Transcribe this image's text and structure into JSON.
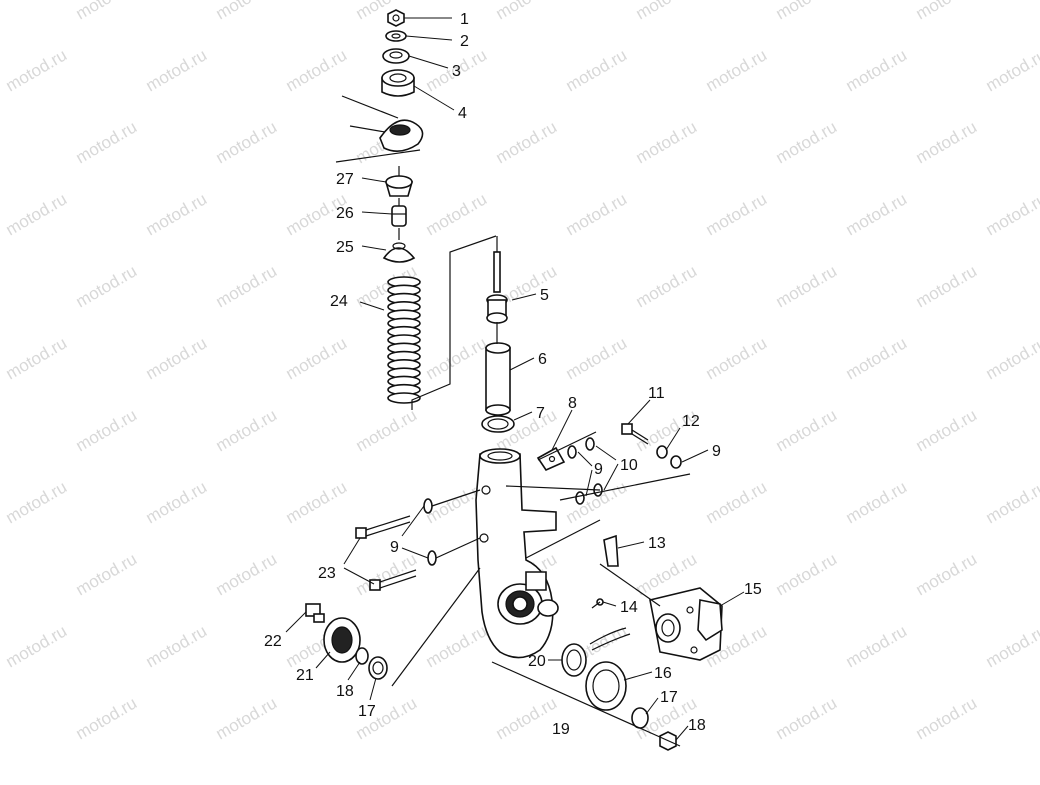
{
  "watermark": "motod.ru",
  "callouts": [
    {
      "id": "c1",
      "label": "1"
    },
    {
      "id": "c2",
      "label": "2"
    },
    {
      "id": "c3",
      "label": "3"
    },
    {
      "id": "c4",
      "label": "4"
    },
    {
      "id": "c5",
      "label": "5"
    },
    {
      "id": "c6",
      "label": "6"
    },
    {
      "id": "c7",
      "label": "7"
    },
    {
      "id": "c8",
      "label": "8"
    },
    {
      "id": "c9a",
      "label": "9"
    },
    {
      "id": "c9b",
      "label": "9"
    },
    {
      "id": "c9c",
      "label": "9"
    },
    {
      "id": "c10",
      "label": "10"
    },
    {
      "id": "c11",
      "label": "11"
    },
    {
      "id": "c12",
      "label": "12"
    },
    {
      "id": "c13",
      "label": "13"
    },
    {
      "id": "c14",
      "label": "14"
    },
    {
      "id": "c15",
      "label": "15"
    },
    {
      "id": "c16",
      "label": "16"
    },
    {
      "id": "c17a",
      "label": "17"
    },
    {
      "id": "c17b",
      "label": "17"
    },
    {
      "id": "c18a",
      "label": "18"
    },
    {
      "id": "c18b",
      "label": "18"
    },
    {
      "id": "c19",
      "label": "19"
    },
    {
      "id": "c20",
      "label": "20"
    },
    {
      "id": "c21",
      "label": "21"
    },
    {
      "id": "c22",
      "label": "22"
    },
    {
      "id": "c23",
      "label": "23"
    },
    {
      "id": "c24",
      "label": "24"
    },
    {
      "id": "c25",
      "label": "25"
    },
    {
      "id": "c26",
      "label": "26"
    },
    {
      "id": "c27",
      "label": "27"
    }
  ]
}
